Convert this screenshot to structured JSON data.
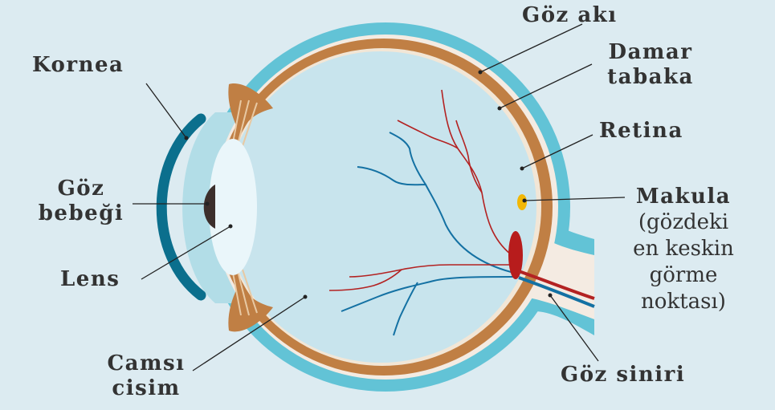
{
  "labels": {
    "goz_aki": "Göz akı",
    "damar_tabaka_1": "Damar",
    "damar_tabaka_2": "tabaka",
    "retina": "Retina",
    "makula": "Makula",
    "makula_note": [
      "(gözdeki",
      "en keskin",
      "görme",
      "noktası)"
    ],
    "kornea": "Kornea",
    "goz_bebegi_1": "Göz",
    "goz_bebegi_2": "bebeği",
    "lens": "Lens",
    "camsi_cisim_1": "Camsı",
    "camsi_cisim_2": "cisim",
    "goz_siniri": "Göz siniri"
  },
  "colors": {
    "background": "#dcebf1",
    "sclera_outer": "#62c3d6",
    "sclera_inner": "#f4ebe2",
    "choroid": "#c07f44",
    "vitreous": "#c8e4ed",
    "cornea": "#0b6f8d",
    "lens": "#eaf6fa",
    "pupil": "#3c2f2c",
    "macula": "#f2b705",
    "optic_disc": "#b71c1c",
    "artery": "#b32222",
    "vein": "#1471a3",
    "text": "#333333"
  }
}
